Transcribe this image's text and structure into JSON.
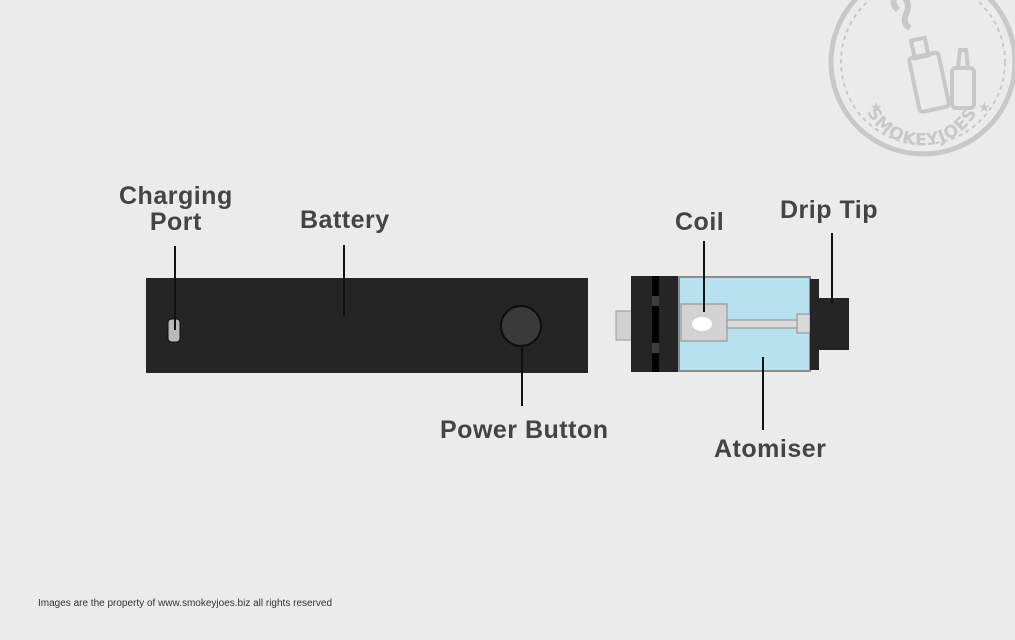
{
  "labels": {
    "charging_port": [
      "Charging",
      "Port"
    ],
    "battery": "Battery",
    "power_button": "Power Button",
    "coil": "Coil",
    "drip_tip": "Drip Tip",
    "atomiser": "Atomiser"
  },
  "watermark": {
    "text": "SMOKEYJOES"
  },
  "footer": "Images are the property of www.smokeyjoes.biz all rights reserved",
  "colors": {
    "background": "#ebebeb",
    "device_body": "#252525",
    "atomiser_tank": "#b7e1ef",
    "label_text": "#444444",
    "watermark": "#c8c8c8"
  }
}
